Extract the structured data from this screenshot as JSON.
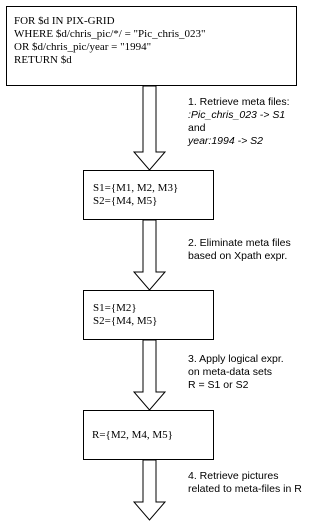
{
  "query_box": {
    "lines": [
      "FOR $d IN PIX-GRID",
      "WHERE $d/chris_pic/*/ = \"Pic_chris_023\"",
      "OR $d/chris_pic/year = \"1994\"",
      "RETURN $d"
    ]
  },
  "steps": [
    {
      "lines": [
        {
          "text": "1. Retrieve meta files:",
          "italic": false
        },
        {
          "text": ":Pic_chris_023   -> S1",
          "italic": true
        },
        {
          "text": "and",
          "italic": false
        },
        {
          "text": "year:1994   -> S2",
          "italic": true
        }
      ]
    },
    {
      "lines": [
        {
          "text": "2. Eliminate meta files",
          "italic": false
        },
        {
          "text": "based on Xpath expr.",
          "italic": false
        }
      ]
    },
    {
      "lines": [
        {
          "text": "3. Apply logical expr.",
          "italic": false
        },
        {
          "text": "on meta-data sets",
          "italic": false
        },
        {
          "text": "R = S1 or S2",
          "italic": false
        }
      ]
    },
    {
      "lines": [
        {
          "text": "4. Retrieve pictures",
          "italic": false
        },
        {
          "text": "related to meta-files in R",
          "italic": false
        }
      ]
    }
  ],
  "set_boxes": [
    {
      "lines": [
        "S1={M1, M2, M3}",
        "S2={M4, M5}"
      ]
    },
    {
      "lines": [
        "S1={M2}",
        "S2={M4, M5}"
      ]
    },
    {
      "lines": [
        "R={M2, M4, M5}"
      ]
    }
  ]
}
